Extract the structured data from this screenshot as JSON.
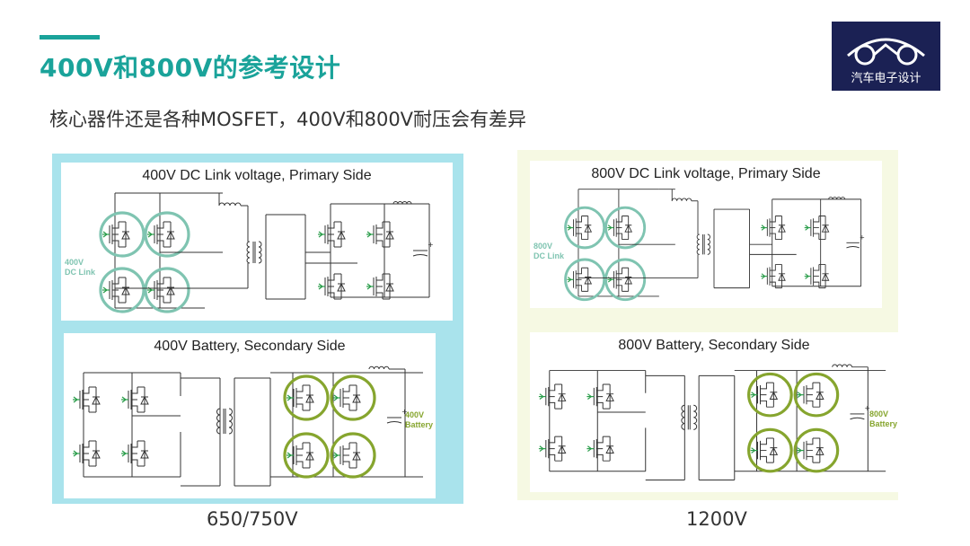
{
  "header": {
    "title": "400V和800V的参考设计",
    "subtitle": "核心器件还是各种MOSFET，400V和800V耐压会有差异"
  },
  "logo": {
    "text": "汽车电子设计"
  },
  "diagrams": {
    "left": {
      "primary_title": "400V DC Link voltage, Primary Side",
      "primary_label_line1": "400V",
      "primary_label_line2": "DC Link",
      "secondary_title": "400V Battery, Secondary Side",
      "secondary_label_line1": "400V",
      "secondary_label_line2": "Battery",
      "voltage_rating": "650/750V"
    },
    "right": {
      "primary_title": "800V DC Link voltage, Primary Side",
      "primary_label_line1": "800V",
      "primary_label_line2": "DC Link",
      "secondary_title": "800V Battery, Secondary Side",
      "secondary_label_line1": "800V",
      "secondary_label_line2": "Battery",
      "voltage_rating": "1200V"
    }
  },
  "colors": {
    "accent": "#1aa39a",
    "primary_highlight": "#7fc4b1",
    "secondary_highlight": "#86a52e",
    "left_panel_bg": "#a9e3ec",
    "right_panel_bg": "#f6f9e3",
    "logo_bg": "#1b2154"
  }
}
